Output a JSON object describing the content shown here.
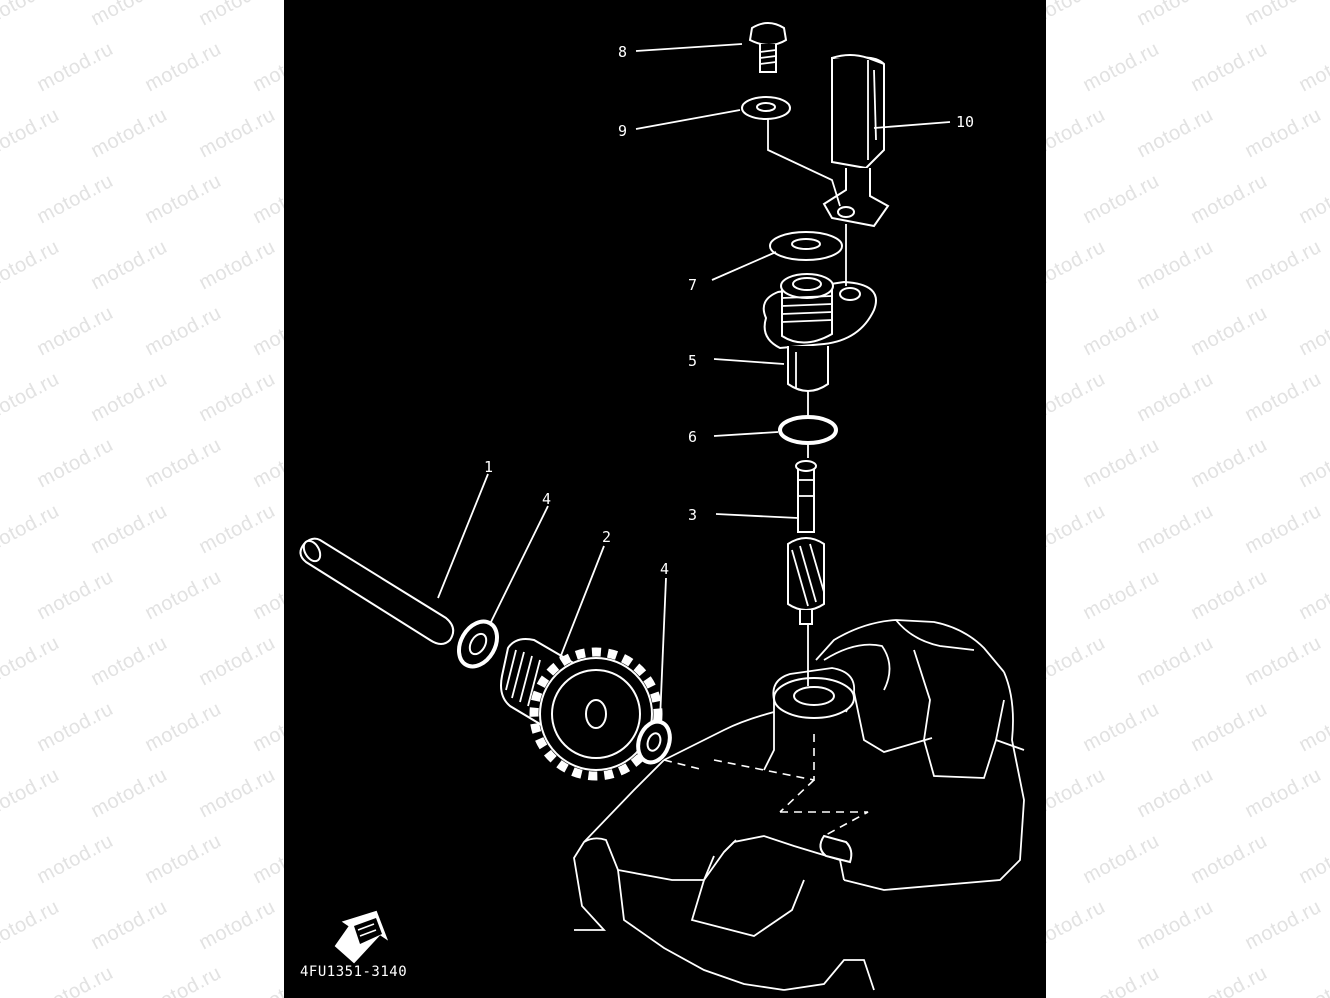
{
  "watermark": "motod.ru",
  "diagram_code": "4FU1351-3140",
  "callouts": {
    "c1": "1",
    "c2": "2",
    "c3": "3",
    "c4a": "4",
    "c4b": "4",
    "c5": "5",
    "c6": "6",
    "c7": "7",
    "c8": "8",
    "c9": "9",
    "c10": "10"
  },
  "colors": {
    "panel_bg": "#000000",
    "line_art": "#ffffff",
    "margin_bg": "#ffffff",
    "watermark": "#e2e2e2"
  },
  "icons": {
    "front_arrow": "front-direction-arrow-icon"
  }
}
